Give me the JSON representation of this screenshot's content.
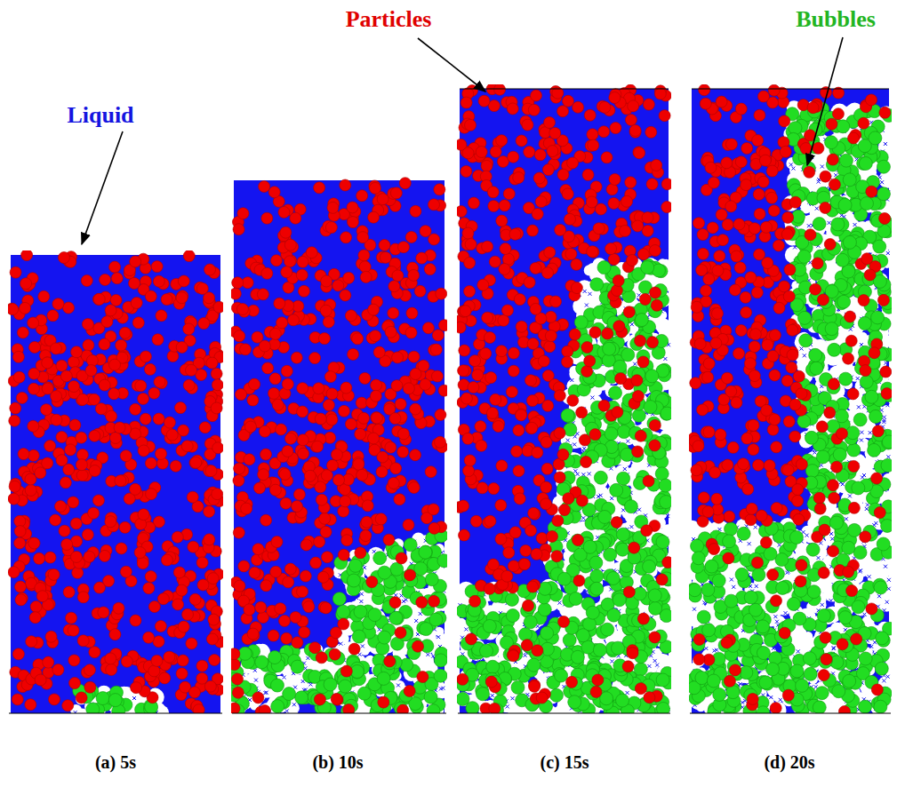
{
  "diagram": {
    "labels": [
      "Particles",
      "Bubbles",
      "Liquid",
      "(a) 5s",
      "(b) 10s",
      "(c) 15s",
      "(d) 20s"
    ]
  }
}
